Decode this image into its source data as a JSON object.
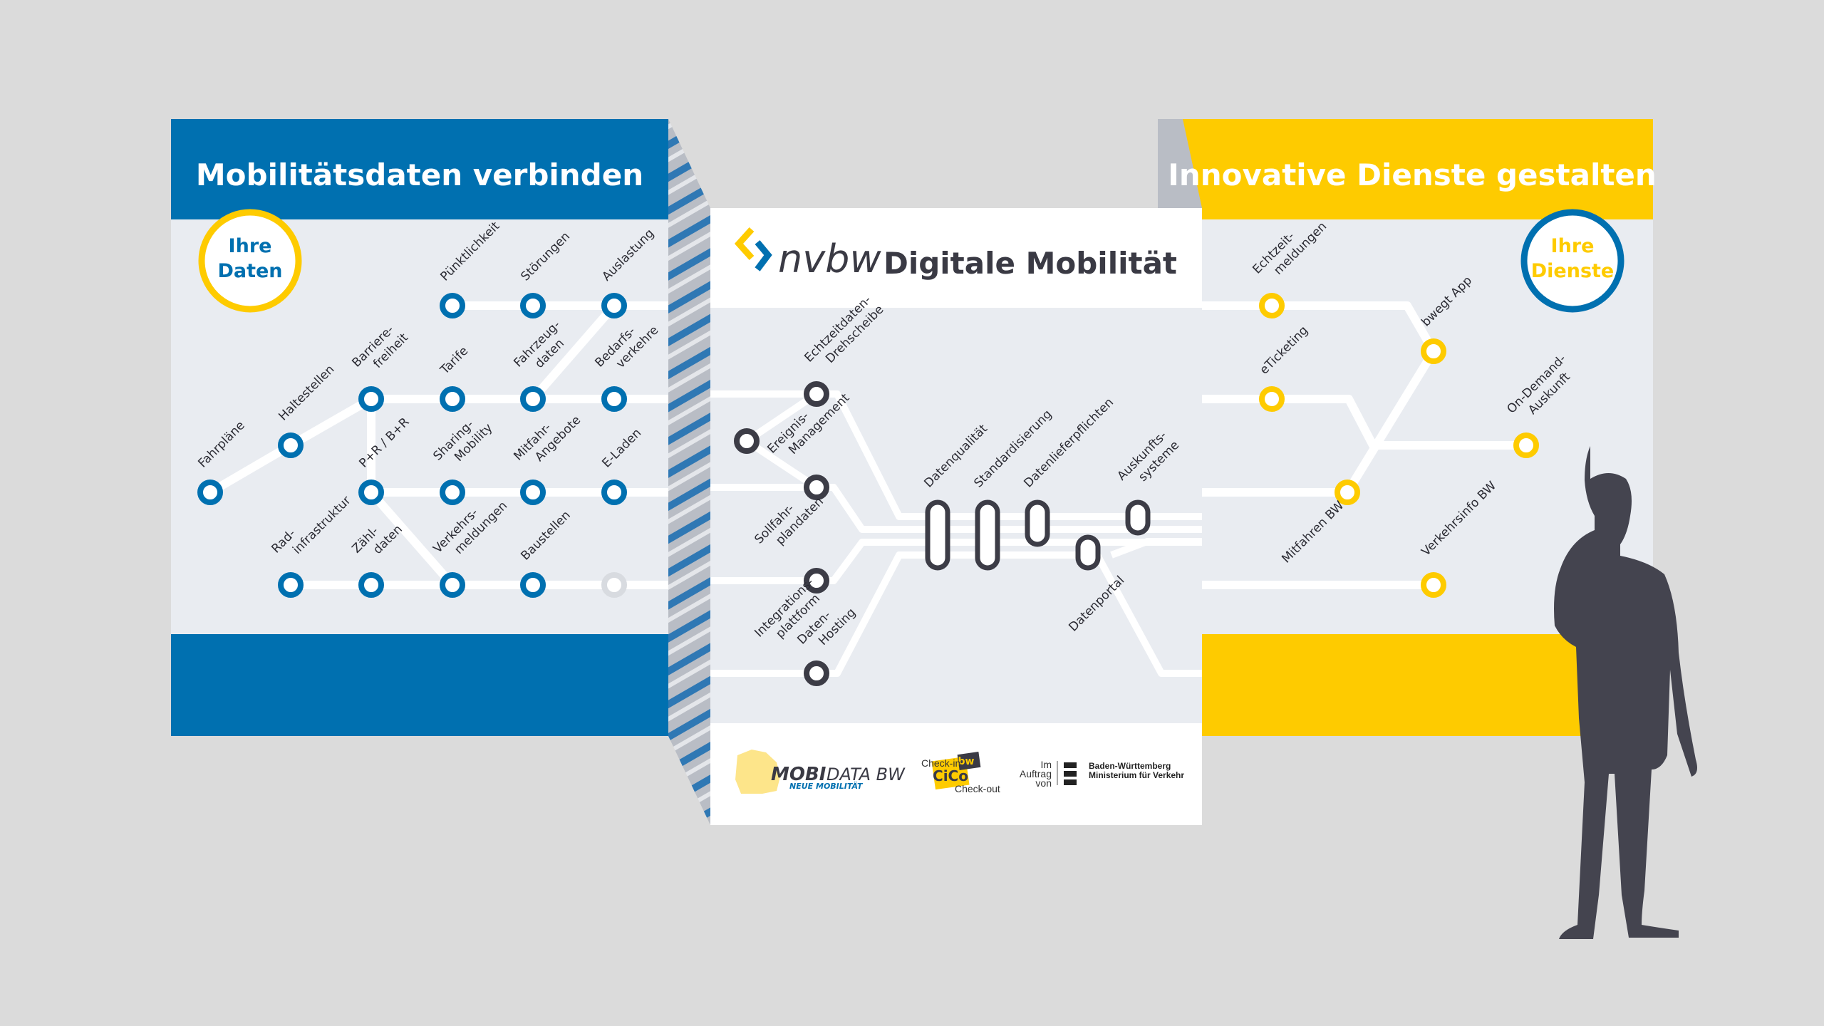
{
  "colors": {
    "blue": "#0070b0",
    "yellow": "#fecb00",
    "dark": "#3c3c46",
    "panel": "#e9ecf1",
    "background": "#dbdbdb"
  },
  "left": {
    "title": "Mobilitätsdaten verbinden",
    "badge": [
      "Ihre",
      "Daten"
    ],
    "nodes": [
      {
        "label": [
          "Pünktlichkeit"
        ]
      },
      {
        "label": [
          "Störungen"
        ]
      },
      {
        "label": [
          "Auslastung"
        ]
      },
      {
        "label": [
          "Barriere-",
          "freiheit"
        ]
      },
      {
        "label": [
          "Tarife"
        ]
      },
      {
        "label": [
          "Fahrzeug-",
          "daten"
        ]
      },
      {
        "label": [
          "Bedarfs-",
          "verkehre"
        ]
      },
      {
        "label": [
          "Haltestellen"
        ]
      },
      {
        "label": [
          "Fahrpläne"
        ]
      },
      {
        "label": [
          "P+R / B+R"
        ]
      },
      {
        "label": [
          "Sharing-",
          "Mobility"
        ]
      },
      {
        "label": [
          "Mitfahr-",
          "Angebote"
        ]
      },
      {
        "label": [
          "E-Laden"
        ]
      },
      {
        "label": [
          "Rad-",
          "infrastruktur"
        ]
      },
      {
        "label": [
          "Zähl-",
          "daten"
        ]
      },
      {
        "label": [
          "Verkehrs-",
          "meldungen"
        ]
      },
      {
        "label": [
          "Baustellen"
        ]
      },
      {
        "label": []
      }
    ]
  },
  "center": {
    "logo": "nvbw",
    "title": "Digitale Mobilität",
    "nodes": [
      {
        "label": [
          "Echtzeitdaten-",
          "Drehscheibe"
        ]
      },
      {
        "label": [
          "Ereignis-",
          "Management"
        ]
      },
      {
        "label": [
          "Sollfahr-",
          "plandaten"
        ]
      },
      {
        "label": [
          "Integrations-",
          "plattform"
        ]
      },
      {
        "label": [
          "Daten-",
          "Hosting"
        ]
      }
    ],
    "pills": [
      {
        "label": [
          "Datenqualität"
        ]
      },
      {
        "label": [
          "Standardisierung"
        ]
      },
      {
        "label": [
          "Datenlieferpflichten"
        ]
      },
      {
        "label": [
          "Datenportal"
        ]
      },
      {
        "label": [
          "Auskunfts-",
          "systeme"
        ]
      }
    ],
    "footer": {
      "mobidata": {
        "main": "MOBI",
        "main2": "DATA BW",
        "sub": "NEUE MOBILITÄT"
      },
      "cico": {
        "checkin": "Check-in",
        "name": "CiCo",
        "bw": "bw",
        "checkout": "Check-out"
      },
      "ministry": {
        "prefix": [
          "Im",
          "Auftrag",
          "von"
        ],
        "name": [
          "Baden-Württemberg",
          "Ministerium für Verkehr"
        ]
      }
    }
  },
  "right": {
    "title": "Innovative Dienste gestalten",
    "badge": [
      "Ihre",
      "Dienste"
    ],
    "nodes": [
      {
        "label": [
          "Echtzeit-",
          "meldungen"
        ]
      },
      {
        "label": [
          "eTicketing"
        ]
      },
      {
        "label": [
          "bwegt App"
        ]
      },
      {
        "label": [
          "On-Demand-",
          "Auskunft"
        ]
      },
      {
        "label": [
          "Mitfahren BW"
        ]
      },
      {
        "label": [
          "Verkehrsinfo BW"
        ]
      }
    ]
  }
}
